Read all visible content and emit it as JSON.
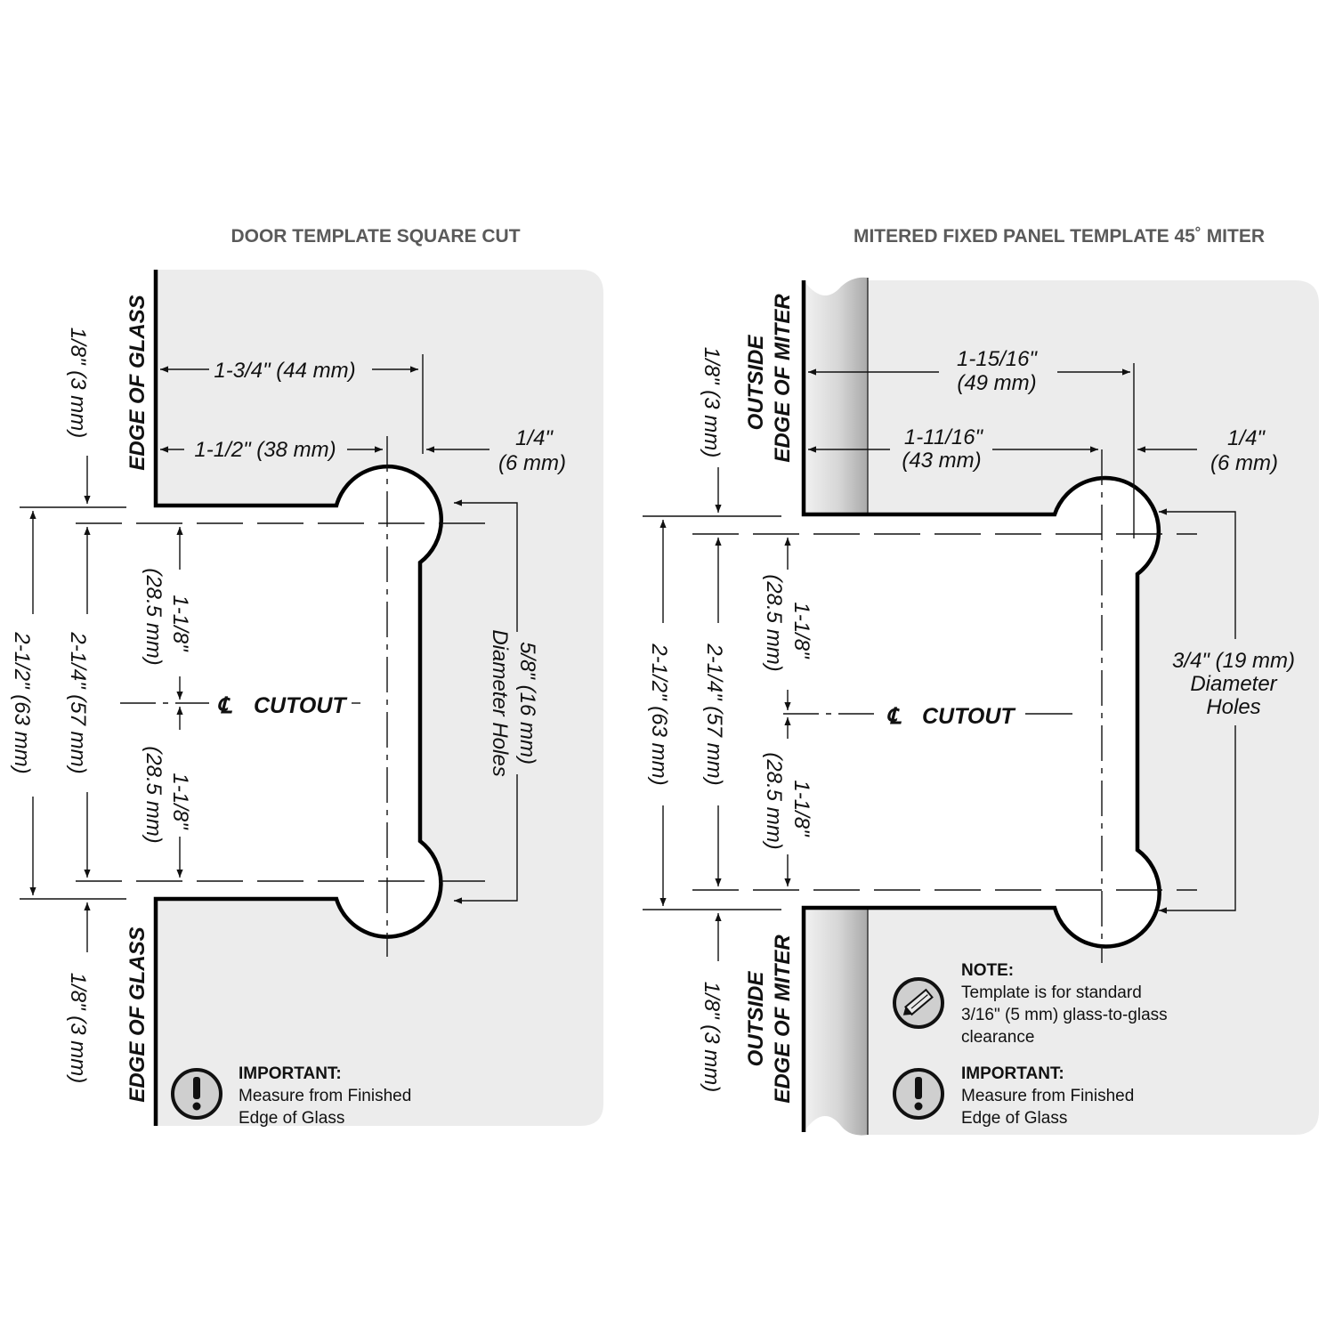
{
  "colors": {
    "panel": "#ececec",
    "glass": "#c8c8c8",
    "line": "#111111",
    "title": "#5a5a5a"
  },
  "door": {
    "title": "DOOR TEMPLATE SQUARE CUT",
    "edge_label_top": "EDGE OF GLASS",
    "edge_label_bottom": "EDGE OF GLASS",
    "dim_outer": "1-3/4\" (44 mm)",
    "dim_inner": "1-1/2\" (38 mm)",
    "dim_offset_in": "1/4\"",
    "dim_offset_mm": "(6 mm)",
    "dim_top_gap": "1/8\" (3 mm)",
    "dim_bottom_gap": "1/8\" (3 mm)",
    "dim_total": "2-1/2\" (63 mm)",
    "dim_holes": "2-1/4\" (57 mm)",
    "dim_half_in": "1-1/8\"",
    "dim_half_mm": "(28.5 mm)",
    "hole_size": "5/8\" (16 mm)",
    "hole_label": "Diameter Holes",
    "cl_symbol": "℄",
    "cutout": "CUTOUT",
    "important_title": "IMPORTANT:",
    "important_line1": "Measure from Finished",
    "important_line2": "Edge of Glass"
  },
  "mitered": {
    "title": "MITERED FIXED PANEL TEMPLATE 45˚ MITER",
    "edge_label_l1": "OUTSIDE",
    "edge_label_l2": "EDGE OF MITER",
    "dim_outer_in": "1-15/16\"",
    "dim_outer_mm": "(49 mm)",
    "dim_inner_in": "1-11/16\"",
    "dim_inner_mm": "(43 mm)",
    "dim_offset_in": "1/4\"",
    "dim_offset_mm": "(6 mm)",
    "dim_top_gap": "1/8\" (3 mm)",
    "dim_bottom_gap": "1/8\" (3 mm)",
    "dim_total": "2-1/2\" (63 mm)",
    "dim_holes": "2-1/4\" (57 mm)",
    "dim_half_in": "1-1/8\"",
    "dim_half_mm": "(28.5 mm)",
    "hole_size": "3/4\" (19 mm)",
    "hole_label1": "Diameter",
    "hole_label2": "Holes",
    "cl_symbol": "℄",
    "cutout": "CUTOUT",
    "note_title": "NOTE:",
    "note_line1": "Template is for standard",
    "note_line2": "3/16\" (5 mm) glass-to-glass",
    "note_line3": "clearance",
    "important_title": "IMPORTANT:",
    "important_line1": "Measure from Finished",
    "important_line2": "Edge of Glass"
  }
}
